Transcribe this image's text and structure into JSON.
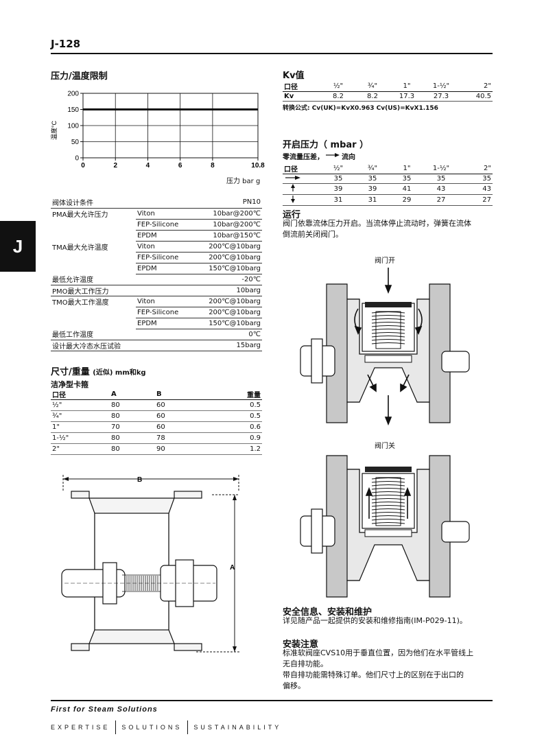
{
  "page": {
    "number": "J-128",
    "side_tab": "J"
  },
  "pt_section": {
    "title": "压力/温度限制",
    "y_label": "温度°C",
    "x_label": "压力 bar g",
    "y_ticks": [
      "200",
      "150",
      "100",
      "50",
      "0"
    ],
    "x_ticks": [
      "0",
      "2",
      "4",
      "6",
      "8",
      "10.8"
    ]
  },
  "chart_data": {
    "type": "line",
    "xlabel": "压力 bar g",
    "ylabel": "温度°C",
    "xlim": [
      0,
      10.8
    ],
    "ylim": [
      0,
      200
    ],
    "x_ticks": [
      0,
      2,
      4,
      6,
      8,
      10.8
    ],
    "y_ticks": [
      0,
      50,
      100,
      150,
      200
    ],
    "grid": true,
    "series": [
      {
        "x": [
          0,
          10.8
        ],
        "y": [
          150,
          150
        ]
      }
    ]
  },
  "spec_table": {
    "rows": [
      {
        "label": "阀体设计条件",
        "material": "",
        "value": "PN10"
      },
      {
        "label": "PMA最大允许压力",
        "material": "Viton",
        "value": "10bar@200℃"
      },
      {
        "label": "",
        "material": "FEP-Silicone",
        "value": "10bar@200℃"
      },
      {
        "label": "",
        "material": "EPDM",
        "value": "10bar@150℃"
      },
      {
        "label": "TMA最大允许温度",
        "material": "Viton",
        "value": "200℃@10barg"
      },
      {
        "label": "",
        "material": "FEP-Silicone",
        "value": "200℃@10barg"
      },
      {
        "label": "",
        "material": "EPDM",
        "value": "150℃@10barg"
      },
      {
        "label": "最低允许温度",
        "material": "",
        "value": "-20℃"
      },
      {
        "label": "PMO最大工作压力",
        "material": "",
        "value": "10barg"
      },
      {
        "label": "TMO最大工作温度",
        "material": "Viton",
        "value": "200℃@10barg"
      },
      {
        "label": "",
        "material": "FEP-Silicone",
        "value": "200℃@10barg"
      },
      {
        "label": "",
        "material": "EPDM",
        "value": "150℃@10barg"
      },
      {
        "label": "最低工作温度",
        "material": "",
        "value": "0℃"
      },
      {
        "label": "设计最大冷态水压试验",
        "material": "",
        "value": "15barg"
      }
    ]
  },
  "dims": {
    "title": "尺寸/重量",
    "title_small": "(近似) mm和kg",
    "subtitle": "洁净型卡箍",
    "headers": [
      "口径",
      "A",
      "B",
      "重量"
    ],
    "rows": [
      [
        "½\"",
        "80",
        "60",
        "0.5"
      ],
      [
        "¾\"",
        "80",
        "60",
        "0.5"
      ],
      [
        "1\"",
        "70",
        "60",
        "0.6"
      ],
      [
        "1-½\"",
        "80",
        "78",
        "0.9"
      ],
      [
        "2\"",
        "80",
        "90",
        "1.2"
      ]
    ]
  },
  "drawing": {
    "dim_b": "B",
    "dim_a": "A"
  },
  "kv": {
    "title": "Kv值",
    "headers": [
      "口径",
      "½\"",
      "¾\"",
      "1\"",
      "1-½\"",
      "2\""
    ],
    "row_label": "Kv",
    "values": [
      "8.2",
      "8.2",
      "17.3",
      "27.3",
      "40.5"
    ],
    "formula": "转换公式: Cv(UK)=KvX0.963  Cv(US)=KvX1.156"
  },
  "opening": {
    "title": "开启压力（ mbar ）",
    "subtitle_a": "零流量压差，",
    "subtitle_b": "流向",
    "headers": [
      "口径",
      "½\"",
      "¾\"",
      "1\"",
      "1-½\"",
      "2\""
    ],
    "rows": [
      {
        "dir": "right",
        "values": [
          "35",
          "35",
          "35",
          "35",
          "35"
        ]
      },
      {
        "dir": "up",
        "values": [
          "39",
          "39",
          "41",
          "43",
          "43"
        ]
      },
      {
        "dir": "down",
        "values": [
          "31",
          "31",
          "29",
          "27",
          "27"
        ]
      }
    ]
  },
  "operation": {
    "title": "运行",
    "text1": "阀门依靠流体压力开启。当流体停止流动时，弹簧在流体",
    "text2": "倒流前关闭阀门。"
  },
  "valve_open_label": "阀门开",
  "valve_closed_label": "阀门关",
  "safety": {
    "title": "安全信息、安装和维护",
    "text": "详见随产品一起提供的安装和维修指南(IM-P029-11)。"
  },
  "install": {
    "title": "安装注意",
    "line1": "标准软阀座CVS10用于垂直位置，因为他们在水平管线上",
    "line2": "无自排功能。",
    "line3": "带自排功能需特殊订单。他们尺寸上的区别在于出口的",
    "line4": "偏移。"
  },
  "footer": {
    "slogan": "First for Steam Solutions",
    "words": [
      "EXPERTISE",
      "SOLUTIONS",
      "SUSTAINABILITY"
    ]
  }
}
